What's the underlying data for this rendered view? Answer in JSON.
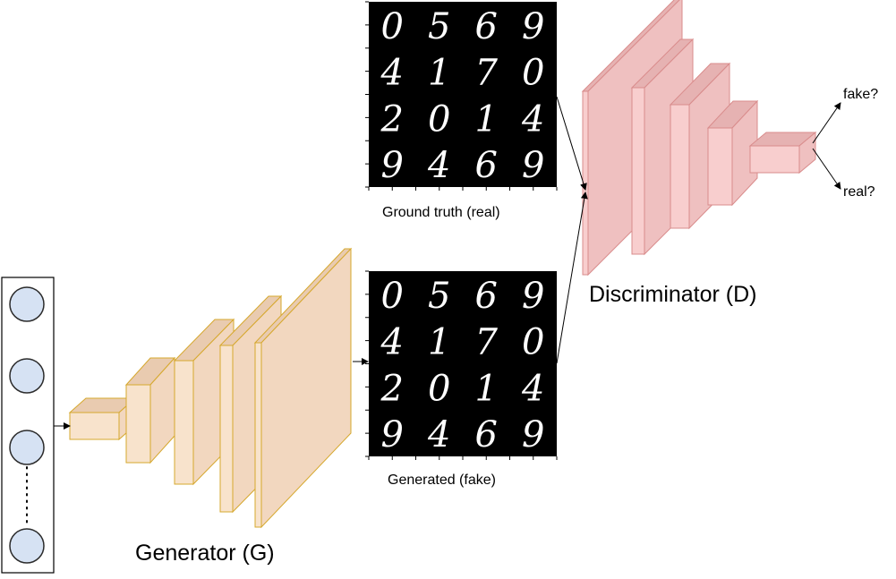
{
  "generator": {
    "label": "Generator (G)",
    "face_color": "#f8e3cc",
    "top_color": "#e9cbb0",
    "side_color": "#f2d7bf",
    "stroke_color": "#d6a82e"
  },
  "discriminator": {
    "label": "Discriminator (D)",
    "face_color": "#f8cece",
    "top_color": "#e6b2b2",
    "side_color": "#efc0c0",
    "stroke_color": "#d98c8c"
  },
  "latent_vector": {
    "node_color": "#d6e2f3",
    "node_stroke": "#2b2b2b"
  },
  "real_panel": {
    "caption": "Ground truth (real)",
    "digits": [
      "0",
      "5",
      "6",
      "9",
      "4",
      "1",
      "7",
      "0",
      "2",
      "0",
      "1",
      "4",
      "9",
      "4",
      "6",
      "9"
    ]
  },
  "fake_panel": {
    "caption": "Generated (fake)",
    "digits": [
      "0",
      "5",
      "6",
      "9",
      "4",
      "1",
      "7",
      "0",
      "2",
      "0",
      "1",
      "4",
      "9",
      "4",
      "6",
      "9"
    ]
  },
  "outputs": {
    "fake_label": "fake?",
    "real_label": "real?"
  }
}
